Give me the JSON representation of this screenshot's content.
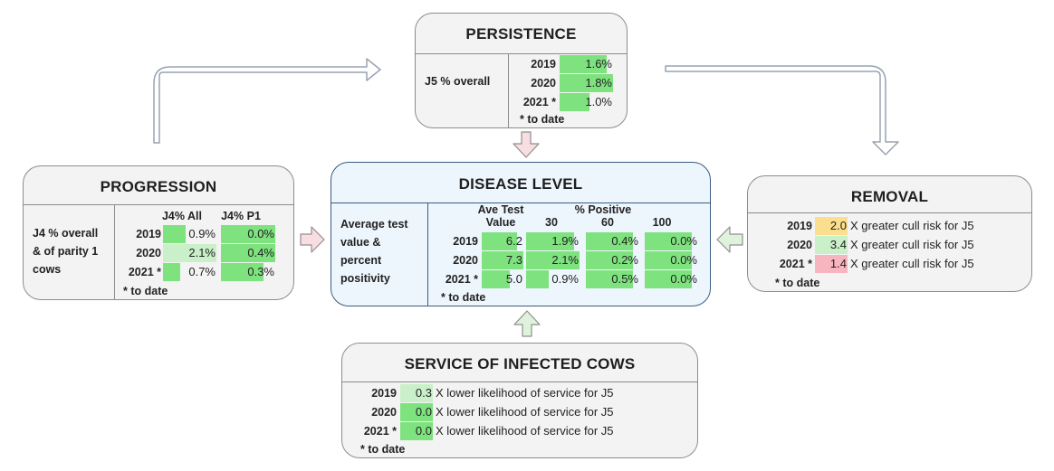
{
  "colors": {
    "green": "#7ee27e",
    "light_green": "#c9f0c9",
    "yellow": "#fbdf8e",
    "pink": "#f7b6bf",
    "box_fill": "#f3f3f3",
    "center_fill": "#eef6fd"
  },
  "persistence": {
    "title": "PERSISTENCE",
    "label": "J5 % overall",
    "rows": [
      {
        "year": "2019",
        "value": "1.6%",
        "fill": 0.88
      },
      {
        "year": "2020",
        "value": "1.8%",
        "fill": 1.0
      },
      {
        "year": "2021 *",
        "value": "1.0%",
        "fill": 0.56
      }
    ],
    "note": "* to date"
  },
  "progression": {
    "title": "PROGRESSION",
    "label_lines": [
      "J4 % overall",
      "& of parity 1",
      "cows"
    ],
    "col_all": "J4% All",
    "col_p1": "J4% P1",
    "rows": [
      {
        "year": "2019",
        "all": "0.9%",
        "all_fill": 0.43,
        "p1": "0.0%",
        "p1_fill": 1.0
      },
      {
        "year": "2020",
        "all": "2.1%",
        "all_fill": 1.0,
        "p1": "0.4%",
        "p1_fill": 1.0
      },
      {
        "year": "2021 *",
        "all": "0.7%",
        "all_fill": 0.33,
        "p1": "0.3%",
        "p1_fill": 0.78
      }
    ],
    "note": "* to date"
  },
  "disease_level": {
    "title": "DISEASE LEVEL",
    "label_lines": [
      "Average test",
      "value &",
      "percent",
      "positivity"
    ],
    "col_ave_line1": "Ave Test",
    "col_ave_line2": "Value",
    "col_pct_header": "% Positive",
    "col_30": "30",
    "col_60": "60",
    "col_100": "100",
    "rows": [
      {
        "year": "2019",
        "ave": "6.2",
        "ave_fill": 0.85,
        "p30": "1.9%",
        "p30_fill": 0.9,
        "p60": "0.4%",
        "p60_fill": 0.88,
        "p100": "0.0%",
        "p100_fill": 0.88
      },
      {
        "year": "2020",
        "ave": "7.3",
        "ave_fill": 1.0,
        "p30": "2.1%",
        "p30_fill": 1.0,
        "p60": "0.2%",
        "p60_fill": 0.88,
        "p100": "0.0%",
        "p100_fill": 0.88
      },
      {
        "year": "2021 *",
        "ave": "5.0",
        "ave_fill": 0.68,
        "p30": "0.9%",
        "p30_fill": 0.43,
        "p60": "0.5%",
        "p60_fill": 0.88,
        "p100": "0.0%",
        "p100_fill": 0.88
      }
    ],
    "note": "* to date"
  },
  "removal": {
    "title": "REMOVAL",
    "rows": [
      {
        "year": "2019",
        "value": "2.0",
        "color": "yellow",
        "text": "X greater cull risk for J5"
      },
      {
        "year": "2020",
        "value": "3.4",
        "color": "light_green",
        "text": "X greater cull risk for J5"
      },
      {
        "year": "2021 *",
        "value": "1.4",
        "color": "pink",
        "text": "X greater cull risk for J5"
      }
    ],
    "note": "* to date"
  },
  "service": {
    "title": "SERVICE OF INFECTED COWS",
    "rows": [
      {
        "year": "2019",
        "value": "0.3",
        "color": "light_green",
        "text": "X lower likelihood of service for J5"
      },
      {
        "year": "2020",
        "value": "0.0",
        "color": "green",
        "text": "X lower likelihood of service for J5"
      },
      {
        "year": "2021 *",
        "value": "0.0",
        "color": "green",
        "text": "X lower likelihood of service for J5"
      }
    ],
    "note": "* to date"
  }
}
